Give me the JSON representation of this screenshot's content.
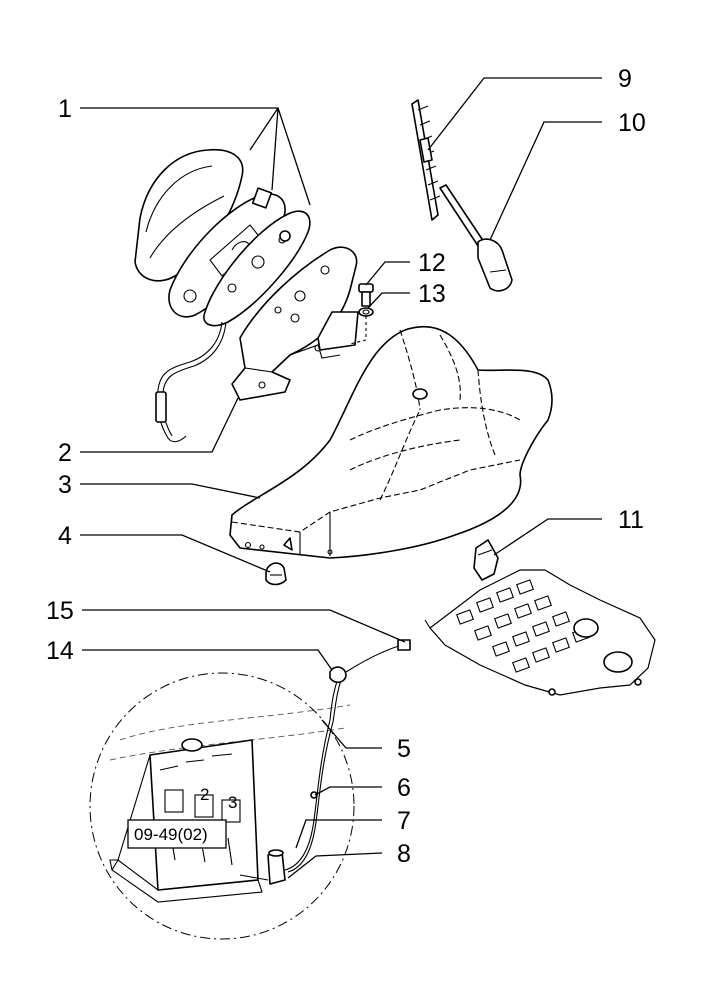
{
  "callouts": [
    {
      "id": "c1",
      "label": "1"
    },
    {
      "id": "c2",
      "label": "2"
    },
    {
      "id": "c3",
      "label": "3"
    },
    {
      "id": "c4",
      "label": "4"
    },
    {
      "id": "c5",
      "label": "5"
    },
    {
      "id": "c6",
      "label": "6"
    },
    {
      "id": "c7",
      "label": "7"
    },
    {
      "id": "c8",
      "label": "8"
    },
    {
      "id": "c9",
      "label": "9"
    },
    {
      "id": "c10",
      "label": "10"
    },
    {
      "id": "c11",
      "label": "11"
    },
    {
      "id": "c12",
      "label": "12"
    },
    {
      "id": "c13",
      "label": "13"
    },
    {
      "id": "c14",
      "label": "14"
    },
    {
      "id": "c15",
      "label": "15"
    }
  ],
  "reference_box": {
    "label": "09-49(02)"
  },
  "tank_numbers": [
    "2",
    "3"
  ]
}
